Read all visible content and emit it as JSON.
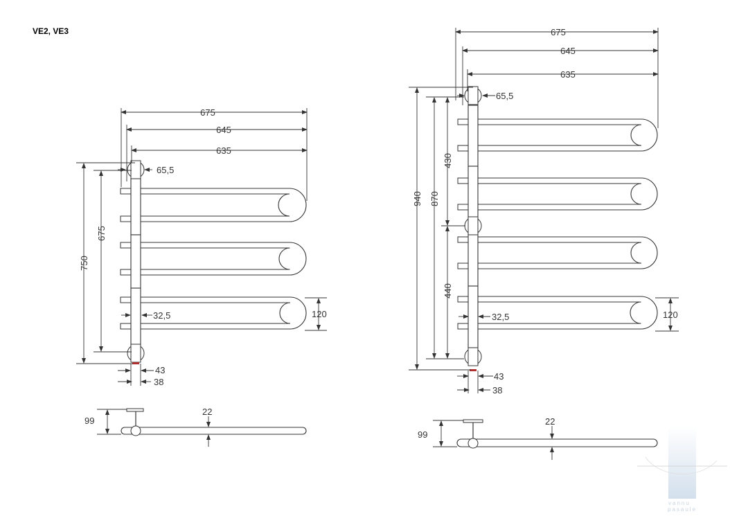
{
  "title": "VE2, VE3",
  "left_drawing": {
    "widths": [
      "675",
      "645",
      "635"
    ],
    "heights": [
      "750",
      "675"
    ],
    "circle_dia": "65,5",
    "tube_offset": "32,5",
    "loop_height": "120",
    "bottom_dims": [
      "43",
      "38"
    ],
    "side_depth": "99",
    "tube_dia": "22"
  },
  "right_drawing": {
    "widths": [
      "675",
      "645",
      "635"
    ],
    "heights": [
      "940",
      "870",
      "430",
      "440"
    ],
    "circle_dia": "65,5",
    "tube_offset": "32,5",
    "loop_height": "120",
    "bottom_dims": [
      "43",
      "38"
    ],
    "side_depth": "99",
    "tube_dia": "22"
  },
  "watermark": {
    "line1": "vannu",
    "line2": "pasaule"
  },
  "colors": {
    "line": "#333333",
    "watermark": "#d6e2ee"
  }
}
